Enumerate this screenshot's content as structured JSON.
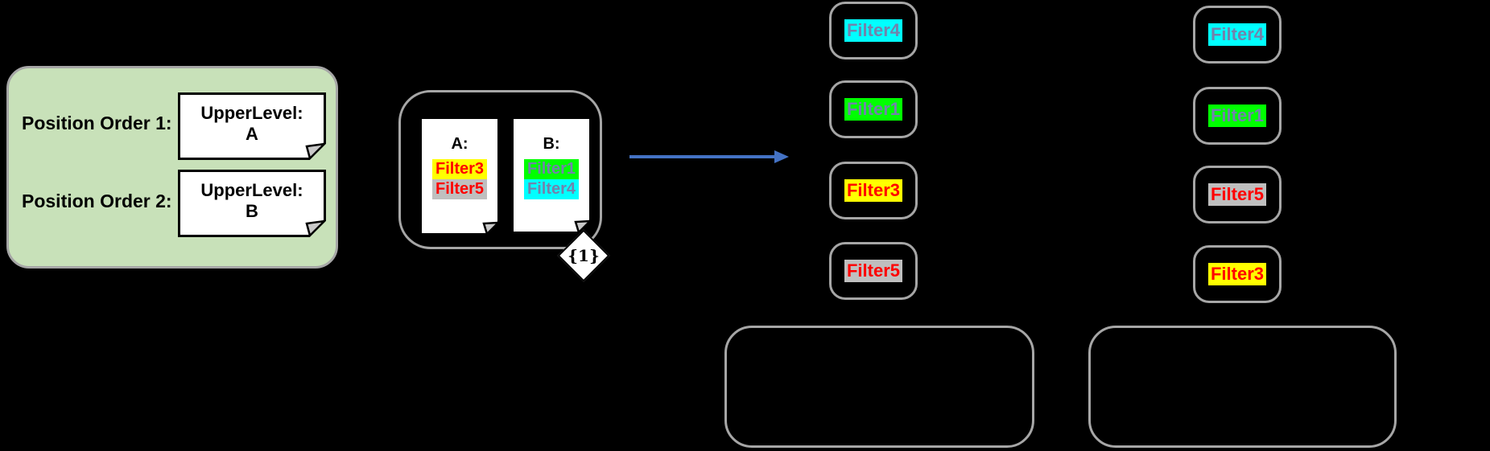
{
  "legend": {
    "rows": [
      {
        "label": "Position Order 1:",
        "note": {
          "line1": "UpperLevel:",
          "line2": "A"
        }
      },
      {
        "label": "Position Order 2:",
        "note": {
          "line1": "UpperLevel:",
          "line2": "B"
        }
      }
    ]
  },
  "group": {
    "notes": [
      {
        "title": "A:",
        "filters": [
          {
            "label": "Filter3",
            "bg": "#FFFF00",
            "fg": "#FF0000"
          },
          {
            "label": "Filter5",
            "bg": "#BFBFBF",
            "fg": "#FF0000"
          }
        ]
      },
      {
        "title": "B:",
        "filters": [
          {
            "label": "Filter1",
            "bg": "#00FF00",
            "fg": "#7282AC"
          },
          {
            "label": "Filter4",
            "bg": "#00FFFF",
            "fg": "#7282AC"
          }
        ]
      }
    ],
    "badge": "{1}"
  },
  "arrow": {
    "color": "#4472C4"
  },
  "results": {
    "columns": [
      {
        "items": [
          {
            "label": "Filter4",
            "bg": "#00FFFF",
            "fg": "#7282AC"
          },
          {
            "label": "Filter1",
            "bg": "#00FF00",
            "fg": "#7282AC"
          },
          {
            "label": "Filter3",
            "bg": "#FFFF00",
            "fg": "#FF0000"
          },
          {
            "label": "Filter5",
            "bg": "#BFBFBF",
            "fg": "#FF0000"
          }
        ]
      },
      {
        "items": [
          {
            "label": "Filter4",
            "bg": "#00FFFF",
            "fg": "#7282AC"
          },
          {
            "label": "Filter1",
            "bg": "#00FF00",
            "fg": "#7282AC"
          },
          {
            "label": "Filter5",
            "bg": "#BFBFBF",
            "fg": "#FF0000"
          },
          {
            "label": "Filter3",
            "bg": "#FFFF00",
            "fg": "#FF0000"
          }
        ]
      }
    ]
  },
  "colors": {
    "background": "#000000",
    "legend_panel_fill": "#C8E1B9",
    "shape_border_gray": "#A6A6A6",
    "note_fold_gray": "#C9C9C9",
    "arrow_blue": "#4472C4"
  }
}
